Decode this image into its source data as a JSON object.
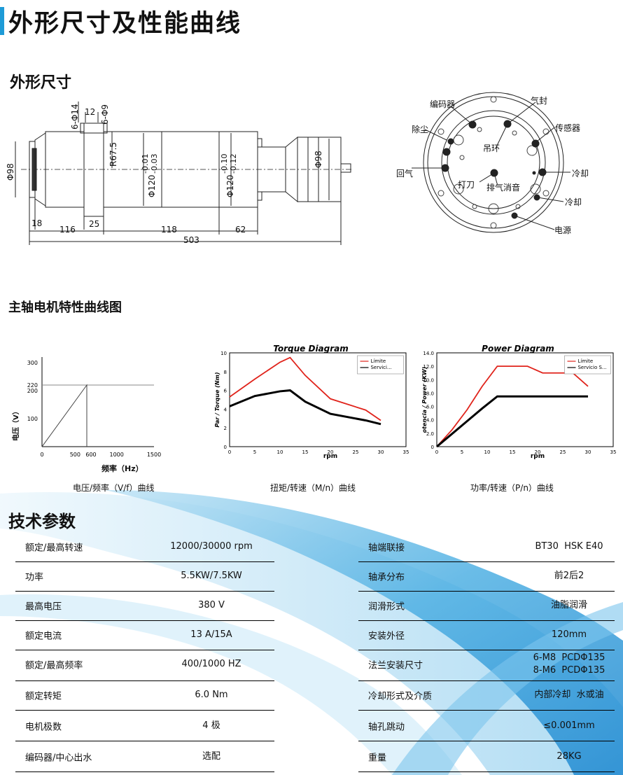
{
  "header": {
    "title": "外形尺寸及性能曲线",
    "accent": "#1e9bd7"
  },
  "dimensions": {
    "title": "外形尺寸",
    "labels": {
      "d14": "6-Φ14",
      "w12": "12",
      "d9": "6-Φ9",
      "r675": "R67.5",
      "phi98l": "Φ98",
      "phi120a": "Φ120",
      "phi120a_tol1": "-0.01",
      "phi120a_tol2": "-0.03",
      "phi120b": "Φ120",
      "phi120b_tol1": "-0.10",
      "phi120b_tol2": "-0.12",
      "phi98r": "Φ98",
      "l18": "18",
      "l116": "116",
      "l25": "25",
      "l118": "118",
      "l62": "62",
      "l503": "503"
    },
    "ports": {
      "encoder": "编码器",
      "air_seal": "气封",
      "dust": "除尘",
      "sensor": "传感器",
      "lifting_ring": "吊环",
      "return_air": "回气",
      "cooling1": "冷却",
      "tool_strike": "打刀",
      "exhaust": "排气消音",
      "cooling2": "冷却",
      "power": "电源"
    }
  },
  "curves": {
    "title": "主轴电机特性曲线图",
    "vf": {
      "ylabel": "电压（V）",
      "xlabel": "频率（Hz）",
      "yticks": [
        "300",
        "220",
        "200",
        "100"
      ],
      "xticks": [
        "0",
        "500",
        "600",
        "1000",
        "1500"
      ],
      "caption": "电压/频率（V/f）曲线"
    },
    "torque": {
      "caption": "扭矩/转速（M/n）曲线",
      "ylabel": "Par / Torque (Nm)"
    },
    "power": {
      "caption": "功率/转速（P/n）曲线",
      "ylabel": "otencia / Power (KW)"
    }
  },
  "chart_data": [
    {
      "type": "line",
      "title": "",
      "xlabel": "频率（Hz）",
      "ylabel": "电压（V）",
      "xlim": [
        0,
        1500
      ],
      "ylim": [
        0,
        300
      ],
      "series": [
        {
          "x": [
            0,
            600,
            600
          ],
          "y": [
            0,
            220,
            0
          ]
        }
      ],
      "annotations": [
        "220"
      ]
    },
    {
      "type": "line",
      "title": "Torque Diagram",
      "xlabel": "rpm",
      "ylabel": "Par / Torque (Nm)",
      "xlim": [
        0,
        35
      ],
      "ylim": [
        0,
        10
      ],
      "xticks": [
        "0",
        "5",
        "10",
        "15",
        "20",
        "25",
        "30",
        "35"
      ],
      "yticks": [
        "0",
        "2",
        "4",
        "6",
        "8",
        "10"
      ],
      "legend": {
        "position": "top-right",
        "entries": [
          "Límite",
          "Servici..."
        ]
      },
      "series": [
        {
          "name": "Límite",
          "color": "#e0231b",
          "x": [
            0,
            5,
            10,
            12,
            15,
            20,
            27,
            30
          ],
          "y": [
            5.3,
            7.2,
            9.0,
            9.5,
            7.6,
            5.1,
            3.9,
            2.8
          ]
        },
        {
          "name": "Servici...",
          "color": "#000000",
          "x": [
            0,
            5,
            10,
            12,
            15,
            20,
            27,
            30
          ],
          "y": [
            4.3,
            5.4,
            5.9,
            6.0,
            4.8,
            3.5,
            2.8,
            2.4
          ]
        }
      ]
    },
    {
      "type": "line",
      "title": "Power Diagram",
      "xlabel": "rpm",
      "ylabel": "otencia / Power (KW)",
      "xlim": [
        0,
        35
      ],
      "ylim": [
        0,
        14
      ],
      "xticks": [
        "0",
        "5",
        "10",
        "15",
        "20",
        "25",
        "30",
        "35"
      ],
      "yticks": [
        "0",
        "2.0",
        "4.0",
        "6.0",
        "8.0",
        "10.0",
        "12.0",
        "14.0"
      ],
      "legend": {
        "position": "top-right",
        "entries": [
          "Límite",
          "Servicio S..."
        ]
      },
      "series": [
        {
          "name": "Límite",
          "color": "#e0231b",
          "x": [
            0,
            3,
            6,
            9,
            12,
            18,
            21,
            24,
            27,
            30
          ],
          "y": [
            0,
            2.5,
            5.5,
            9.0,
            12.0,
            12.0,
            11.0,
            11.0,
            11.0,
            9.0
          ]
        },
        {
          "name": "Servicio S...",
          "color": "#000000",
          "x": [
            0,
            3,
            6,
            9,
            12,
            18,
            24,
            30
          ],
          "y": [
            0,
            1.9,
            3.8,
            5.7,
            7.5,
            7.5,
            7.5,
            7.5
          ]
        }
      ]
    }
  ],
  "specs": {
    "title": "技术参数",
    "left": [
      {
        "label": "额定/最高转速",
        "value": "12000/30000 rpm"
      },
      {
        "label": "功率",
        "value": "5.5KW/7.5KW"
      },
      {
        "label": "最高电压",
        "value": "380 V"
      },
      {
        "label": "额定电流",
        "value": "13 A/15A"
      },
      {
        "label": "额定/最高频率",
        "value": "400/1000 HZ"
      },
      {
        "label": "额定转矩",
        "value": "6.0 Nm"
      },
      {
        "label": "电机极数",
        "value": "4 极"
      },
      {
        "label": "编码器/中心出水",
        "value": "选配"
      }
    ],
    "right": [
      {
        "label": "轴端联接",
        "value": "BT30  HSK E40"
      },
      {
        "label": "轴承分布",
        "value": "前2后2"
      },
      {
        "label": "润滑形式",
        "value": "油脂润滑"
      },
      {
        "label": "安装外径",
        "value": "120mm"
      },
      {
        "label": "法兰安装尺寸",
        "value": "6-M8  PCDΦ135\n8-M6  PCDΦ135"
      },
      {
        "label": "冷却形式及介质",
        "value": "内部冷却  水或油"
      },
      {
        "label": "轴孔跳动",
        "value": "≤0.001mm"
      },
      {
        "label": "重量",
        "value": "28KG"
      }
    ]
  }
}
